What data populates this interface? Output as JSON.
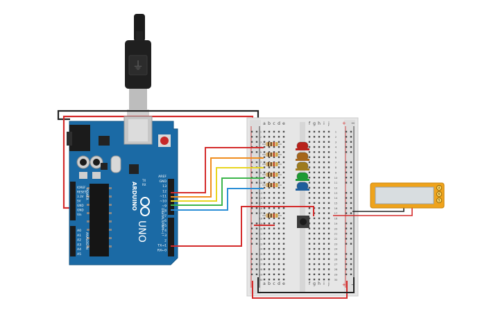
{
  "board": {
    "brand": "ARDUINO",
    "model": "UNO",
    "tx_label": "TX",
    "rx_label": "RX",
    "digital_label": "DIGITAL (PWM~)",
    "analog_label": "ANALOG IN",
    "power_label": "POWER",
    "digital_pins": [
      "AREF",
      "GND",
      "13",
      "12",
      "~11",
      "~10",
      "~9",
      "8",
      "7",
      "~6",
      "~5",
      "4",
      "~3",
      "2",
      "TX→1",
      "RX←0"
    ],
    "power_pins": [
      "IOREF",
      "RESET",
      "3.3V",
      "5V",
      "GND",
      "GND",
      "Vin"
    ],
    "analog_pins": [
      "A0",
      "A1",
      "A2",
      "A3",
      "A4",
      "A5"
    ]
  },
  "breadboard": {
    "col_letters_left": [
      "a",
      "b",
      "c",
      "d",
      "e"
    ],
    "col_letters_right": [
      "f",
      "g",
      "h",
      "i",
      "j"
    ],
    "rail_plus": "+",
    "rail_minus": "−",
    "row_numbers": [
      "1",
      "2",
      "3",
      "4",
      "5",
      "6",
      "7",
      "8",
      "9",
      "10",
      "11",
      "12",
      "13",
      "14",
      "15",
      "16",
      "17",
      "18",
      "19",
      "20",
      "21",
      "22",
      "23",
      "24",
      "25",
      "26",
      "27",
      "28",
      "29",
      "30"
    ]
  },
  "leds": [
    {
      "color": "#b8221b"
    },
    {
      "color": "#a5651b"
    },
    {
      "color": "#9e7b1d"
    },
    {
      "color": "#1e9a33"
    },
    {
      "color": "#1f5f9c"
    }
  ],
  "wire_colors": {
    "red": "#d42a2a",
    "black": "#222222",
    "orange": "#f08d1e",
    "yellow": "#e8d51f",
    "green": "#3bb54a",
    "blue": "#2a8ed6"
  },
  "display": {
    "pins": [
      "A",
      "K",
      "S"
    ]
  }
}
